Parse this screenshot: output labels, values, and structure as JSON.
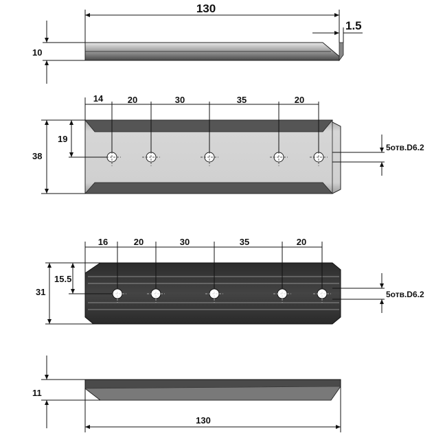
{
  "views": {
    "top_side": {
      "length": "130",
      "height": "10",
      "edge": "1.5"
    },
    "plate_light": {
      "spacings": [
        "14",
        "20",
        "30",
        "35",
        "20"
      ],
      "width": "38",
      "hole_offset": "19",
      "holes_note": "5отв.D6.2"
    },
    "plate_dark": {
      "spacings": [
        "16",
        "20",
        "30",
        "35",
        "20"
      ],
      "width": "31",
      "hole_offset": "15.5",
      "holes_note": "5отв.D6.2"
    },
    "bottom_side": {
      "height": "11",
      "length": "130"
    }
  },
  "colors": {
    "light_plate": "#c8c8c8",
    "dark_plate": "#3a3a3a",
    "edge": "#2a2a2a"
  }
}
